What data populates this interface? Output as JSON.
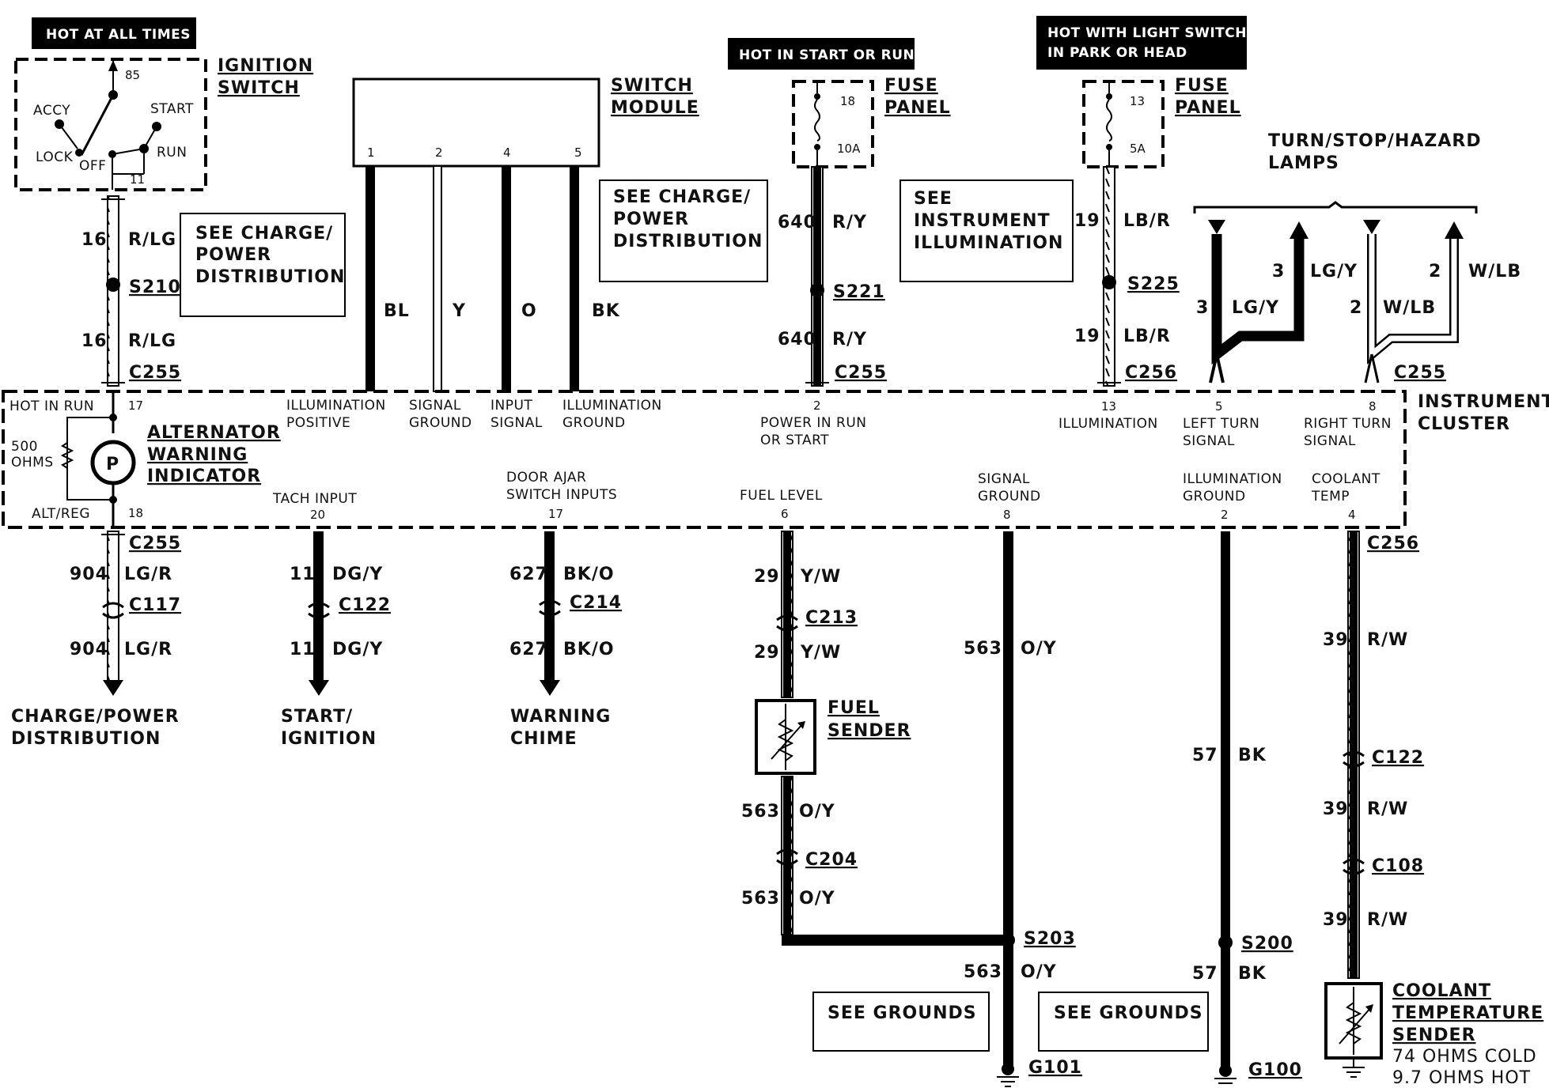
{
  "hot_labels": {
    "always": "HOT AT ALL TIMES",
    "start_run": "HOT IN START OR RUN",
    "light_switch_1": "HOT WITH LIGHT SWITCH",
    "light_switch_2": "IN PARK OR HEAD"
  },
  "ignition": {
    "title_1": "IGNITION",
    "title_2": "SWITCH",
    "accy": "ACCY",
    "lock": "LOCK",
    "off": "OFF",
    "start": "START",
    "run": "RUN",
    "pin_85": "85",
    "pin_11": "11"
  },
  "switch_module": {
    "title_1": "SWITCH",
    "title_2": "MODULE",
    "pins": [
      "1",
      "2",
      "4",
      "5"
    ],
    "colors": [
      "BL",
      "Y",
      "O",
      "BK"
    ]
  },
  "fuse_panel_1": {
    "title_1": "FUSE",
    "title_2": "PANEL",
    "num": "18",
    "amp": "10A"
  },
  "fuse_panel_2": {
    "title_1": "FUSE",
    "title_2": "PANEL",
    "num": "13",
    "amp": "5A"
  },
  "see_boxes": {
    "charge1": [
      "SEE CHARGE/",
      "POWER",
      "DISTRIBUTION"
    ],
    "charge2": [
      "SEE CHARGE/",
      "POWER",
      "DISTRIBUTION"
    ],
    "instr": [
      "SEE",
      "INSTRUMENT",
      "ILLUMINATION"
    ],
    "grounds1": "SEE GROUNDS",
    "grounds2": "SEE GROUNDS"
  },
  "turn_lamps": {
    "title_1": "TURN/STOP/HAZARD",
    "title_2": "LAMPS"
  },
  "wires": {
    "w16": "16",
    "rlg": "R/LG",
    "s210": "S210",
    "c255": "C255",
    "w640": "640",
    "ry": "R/Y",
    "s221": "S221",
    "w19": "19",
    "lbr": "LB/R",
    "s225": "S225",
    "c256": "C256",
    "w3": "3",
    "lgy": "LG/Y",
    "w2": "2",
    "wlb": "W/LB",
    "w904": "904",
    "lgr": "LG/R",
    "c117": "C117",
    "w11": "11",
    "dgy": "DG/Y",
    "c122": "C122",
    "w627": "627",
    "bko": "BK/O",
    "c214": "C214",
    "w29": "29",
    "yw": "Y/W",
    "c213": "C213",
    "w563": "563",
    "oy": "O/Y",
    "c204": "C204",
    "s203": "S203",
    "g101": "G101",
    "w57": "57",
    "bk": "BK",
    "s200": "S200",
    "g100": "G100",
    "w39": "39",
    "rw": "R/W",
    "c108": "C108"
  },
  "cluster": {
    "title_1": "INSTRUMENT",
    "title_2": "CLUSTER",
    "hot_in_run": "HOT IN RUN",
    "pin17": "17",
    "ohms_1": "500",
    "ohms_2": "OHMS",
    "alt_1": "ALTERNATOR",
    "alt_2": "WARNING",
    "alt_3": "INDICATOR",
    "altreg": "ALT/REG",
    "pin18": "18",
    "illum_pos_1": "ILLUMINATION",
    "illum_pos_2": "POSITIVE",
    "sig_gnd_1": "SIGNAL",
    "sig_gnd_2": "GROUND",
    "input_sig_1": "INPUT",
    "input_sig_2": "SIGNAL",
    "illum_gnd_1": "ILLUMINATION",
    "illum_gnd_2": "GROUND",
    "pwr_num": "2",
    "pwr_1": "POWER IN RUN",
    "pwr_2": "OR START",
    "illum_num": "13",
    "illum": "ILLUMINATION",
    "lt_num": "5",
    "lt_1": "LEFT TURN",
    "lt_2": "SIGNAL",
    "rt_num": "8",
    "rt_1": "RIGHT TURN",
    "rt_2": "SIGNAL",
    "tach": "TACH INPUT",
    "tach_num": "20",
    "door_1": "DOOR AJAR",
    "door_2": "SWITCH INPUTS",
    "door_num": "17",
    "fuel": "FUEL LEVEL",
    "fuel_num": "6",
    "sg2_1": "SIGNAL",
    "sg2_2": "GROUND",
    "sg2_num": "8",
    "ig2_1": "ILLUMINATION",
    "ig2_2": "GROUND",
    "ig2_num": "2",
    "cool_1": "COOLANT",
    "cool_2": "TEMP",
    "cool_num": "4"
  },
  "destinations": {
    "charge_1": "CHARGE/POWER",
    "charge_2": "DISTRIBUTION",
    "start_1": "START/",
    "start_2": "IGNITION",
    "warn_1": "WARNING",
    "warn_2": "CHIME"
  },
  "fuel_sender": {
    "title_1": "FUEL",
    "title_2": "SENDER"
  },
  "coolant_sender": {
    "title_1": "COOLANT",
    "title_2": "TEMPERATURE",
    "title_3": "SENDER",
    "cold": "74 OHMS COLD",
    "hot": "9.7 OHMS HOT"
  }
}
